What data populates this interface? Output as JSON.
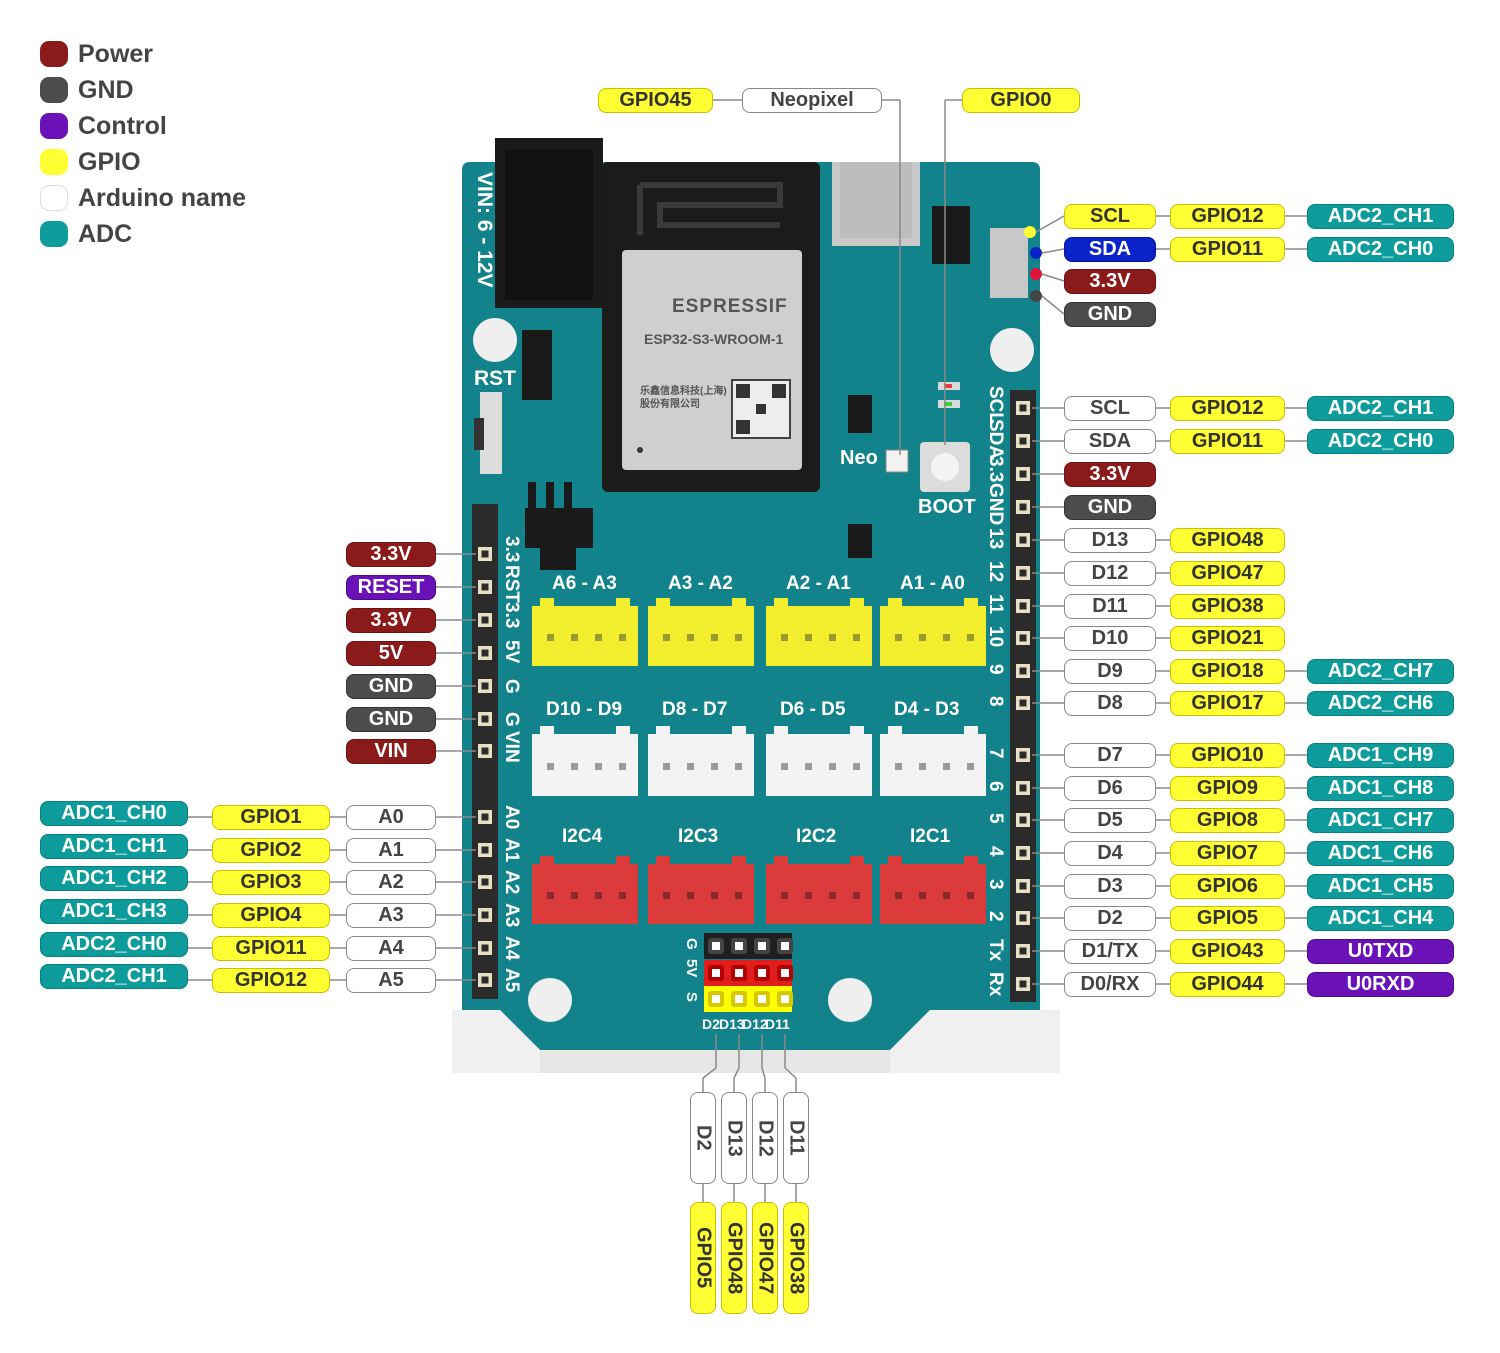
{
  "legend": [
    {
      "label": "Power",
      "color": "#8b1a1a"
    },
    {
      "label": "GND",
      "color": "#4c4c4c"
    },
    {
      "label": "Control",
      "color": "#6a12b8"
    },
    {
      "label": "GPIO",
      "color": "#ffff33"
    },
    {
      "label": "Arduino name",
      "color": "#ffffff"
    },
    {
      "label": "ADC",
      "color": "#0d9b9b"
    }
  ],
  "top_labels": {
    "gpio45": "GPIO45",
    "neopixel": "Neopixel",
    "gpio0": "GPIO0"
  },
  "qwiic_labels": [
    [
      "SCL",
      "GPIO12",
      "ADC2_CH1"
    ],
    [
      "SDA",
      "GPIO11",
      "ADC2_CH0"
    ],
    [
      "3.3V"
    ],
    [
      "GND"
    ]
  ],
  "right_header": [
    [
      "SCL",
      "GPIO12",
      "ADC2_CH1"
    ],
    [
      "SDA",
      "GPIO11",
      "ADC2_CH0"
    ],
    [
      "3.3V"
    ],
    [
      "GND"
    ],
    [
      "D13",
      "GPIO48"
    ],
    [
      "D12",
      "GPIO47"
    ],
    [
      "D11",
      "GPIO38"
    ],
    [
      "D10",
      "GPIO21"
    ],
    [
      "D9",
      "GPIO18",
      "ADC2_CH7"
    ],
    [
      "D8",
      "GPIO17",
      "ADC2_CH6"
    ],
    [
      "D7",
      "GPIO10",
      "ADC1_CH9"
    ],
    [
      "D6",
      "GPIO9",
      "ADC1_CH8"
    ],
    [
      "D5",
      "GPIO8",
      "ADC1_CH7"
    ],
    [
      "D4",
      "GPIO7",
      "ADC1_CH6"
    ],
    [
      "D3",
      "GPIO6",
      "ADC1_CH5"
    ],
    [
      "D2",
      "GPIO5",
      "ADC1_CH4"
    ],
    [
      "D1/TX",
      "GPIO43",
      "U0TXD"
    ],
    [
      "D0/RX",
      "GPIO44",
      "U0RXD"
    ]
  ],
  "left_power": [
    "3.3V",
    "RESET",
    "3.3V",
    "5V",
    "GND",
    "GND",
    "VIN"
  ],
  "left_analog": [
    [
      "ADC1_CH0",
      "GPIO1",
      "A0"
    ],
    [
      "ADC1_CH1",
      "GPIO2",
      "A1"
    ],
    [
      "ADC1_CH2",
      "GPIO3",
      "A2"
    ],
    [
      "ADC1_CH3",
      "GPIO4",
      "A3"
    ],
    [
      "ADC2_CH0",
      "GPIO11",
      "A4"
    ],
    [
      "ADC2_CH1",
      "GPIO12",
      "A5"
    ]
  ],
  "bottom_labels": [
    {
      "name": "D2",
      "gpio": "GPIO5"
    },
    {
      "name": "D13",
      "gpio": "GPIO48"
    },
    {
      "name": "D12",
      "gpio": "GPIO47"
    },
    {
      "name": "D11",
      "gpio": "GPIO38"
    }
  ],
  "board": {
    "vin_text": "VIN: 6 - 12V",
    "rst": "RST",
    "brand": "ESPRESSIF",
    "module": "ESP32-S3-WROOM-1",
    "module_cn": [
      "乐鑫信息科技(上海)",
      "股份有限公司"
    ],
    "neo": "Neo",
    "boot": "BOOT",
    "right_silk": [
      "SCL",
      "SDA",
      "3.3",
      "GND",
      "13",
      "12",
      "11",
      "10",
      "9",
      "8",
      "7",
      "6",
      "5",
      "4",
      "3",
      "2",
      "Tx",
      "Rx"
    ],
    "left_silk": [
      "3.3",
      "RST",
      "3.3",
      "5V",
      "G",
      "G",
      "VIN",
      "A0",
      "A1",
      "A2",
      "A3",
      "A4",
      "A5"
    ],
    "analog_connectors": [
      "A6 - A3",
      "A3 - A2",
      "A2 - A1",
      "A1 - A0"
    ],
    "digital_connectors": [
      "D10 - D9",
      "D8 - D7",
      "D6 - D5",
      "D4 - D3"
    ],
    "i2c_connectors": [
      "I2C4",
      "I2C3",
      "I2C2",
      "I2C1"
    ],
    "servo_rows": [
      "G",
      "5V",
      "S"
    ],
    "servo_pins": [
      "D2",
      "D13",
      "D12",
      "D11"
    ]
  },
  "colors": {
    "board": "#13838b",
    "yellow_conn": "#f2ee2e",
    "white_conn": "#f3f3f3",
    "red_conn": "#dc3b3b",
    "header": "#2b2b2b"
  }
}
